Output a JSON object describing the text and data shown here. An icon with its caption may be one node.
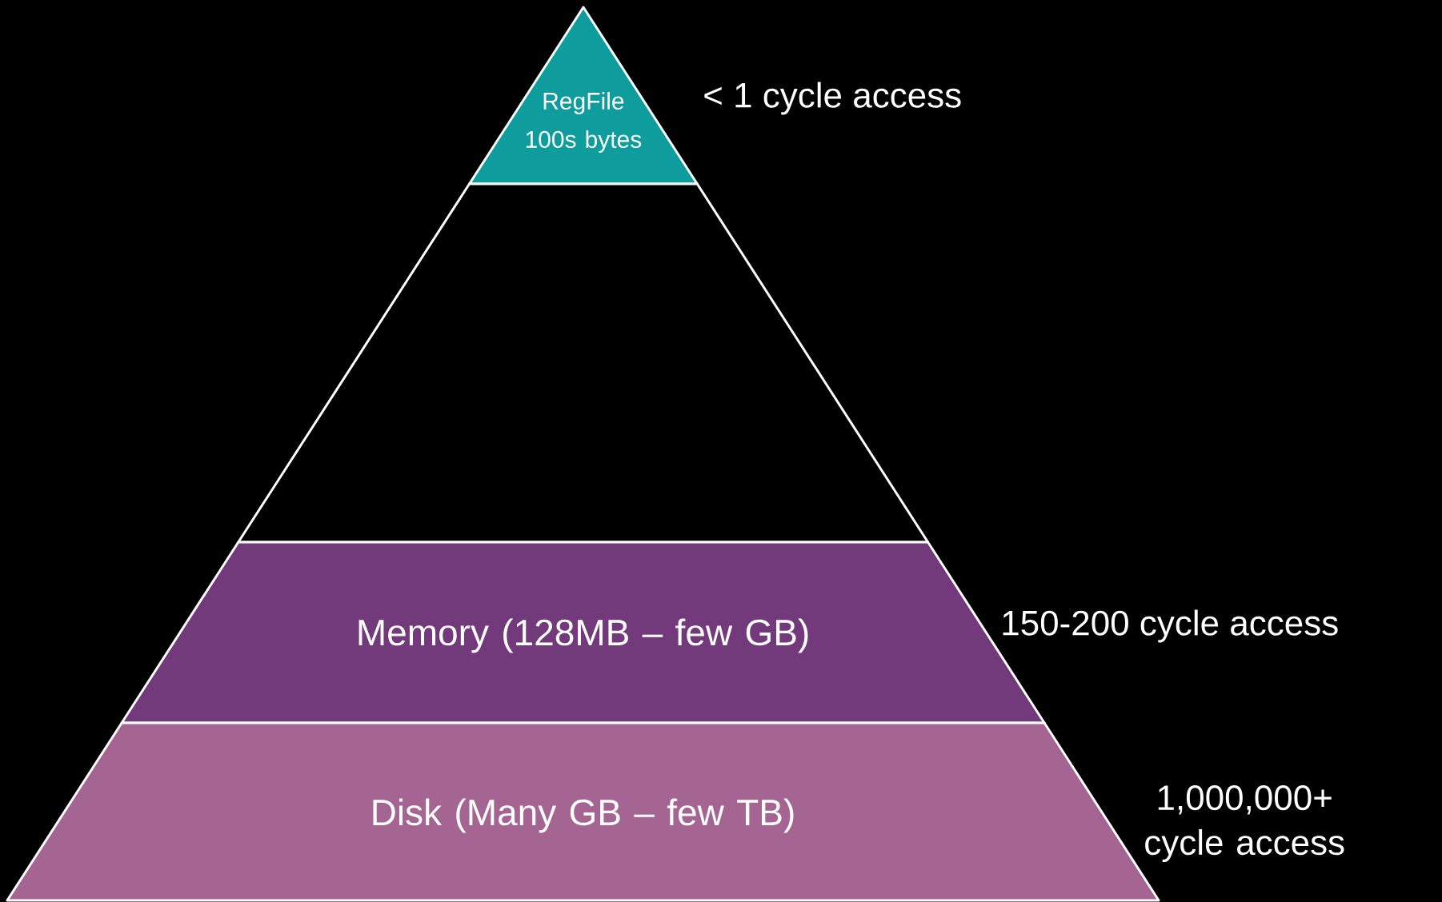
{
  "diagram": {
    "nodes": [
      {
        "text": [
          "RegFile 100s bytes"
        ],
        "beside": [
          "< 1 cycle access"
        ]
      },
      {
        "text": [],
        "shape": "trapezoid"
      },
      {
        "text": [
          "Memory (128MB – few GB)"
        ],
        "beside": [
          "150-200 cycle access"
        ]
      },
      {
        "text": [
          "Disk (Many GB – few TB)"
        ],
        "beside": [
          "1,000,000+ cycle access"
        ]
      }
    ]
  }
}
